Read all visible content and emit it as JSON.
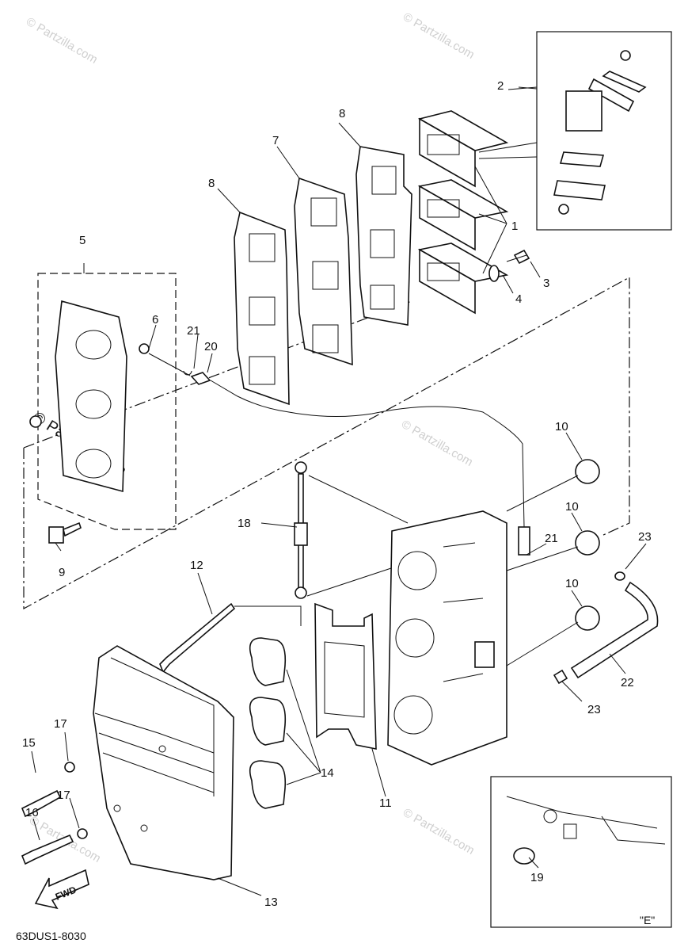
{
  "diagram_code": "63DUS1-8030",
  "watermark": "© Partzilla.com",
  "fwd_label": "FWD",
  "detail_label": "\"E\"",
  "callouts": {
    "c1": "1",
    "c2": "2",
    "c3": "3",
    "c4": "4",
    "c5": "5",
    "c6": "6",
    "c7": "7",
    "c8a": "8",
    "c8b": "8",
    "c9": "9",
    "c10a": "10",
    "c10b": "10",
    "c10c": "10",
    "c11": "11",
    "c12": "12",
    "c13": "13",
    "c14": "14",
    "c15": "15",
    "c16": "16",
    "c17a": "17",
    "c17b": "17",
    "c18": "18",
    "c19": "19",
    "c20": "20",
    "c21a": "21",
    "c21b": "21",
    "c22": "22",
    "c23a": "23",
    "c23b": "23"
  }
}
